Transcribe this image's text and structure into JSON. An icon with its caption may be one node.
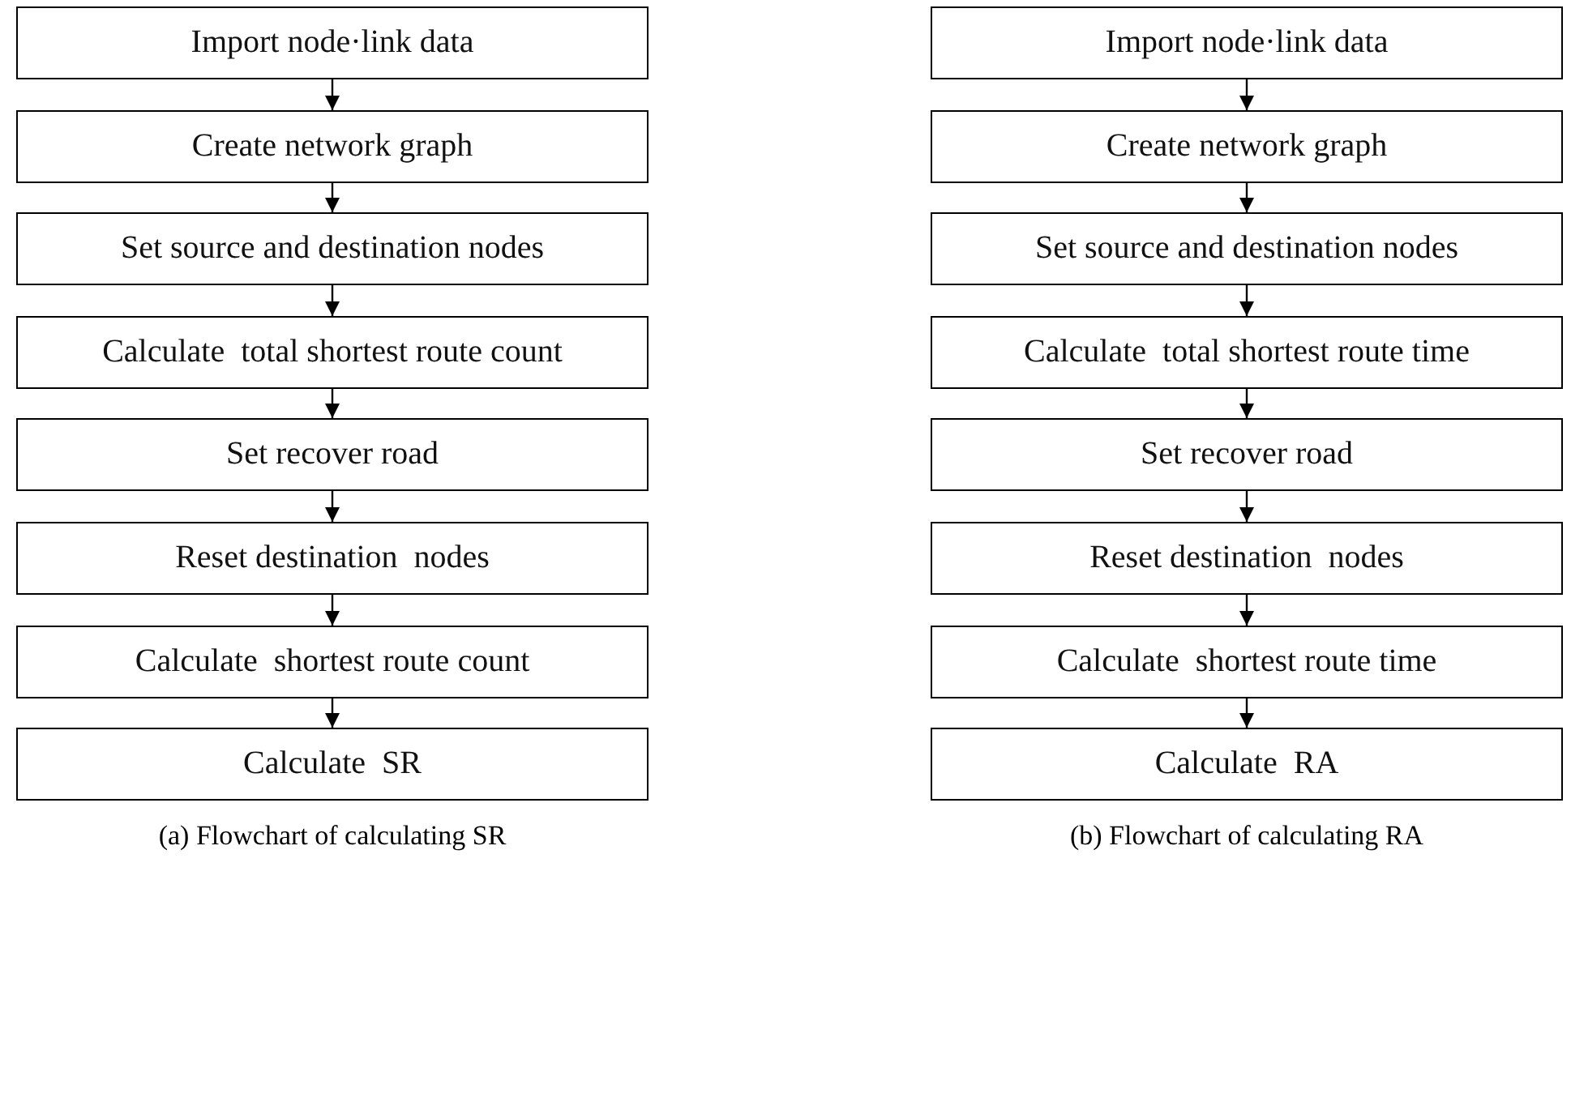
{
  "diagram": {
    "nodes": [
      {
        "text": [
          "Import node·link data"
        ]
      },
      {
        "text": [
          "Create network graph"
        ]
      },
      {
        "text": [
          "Set source and destination nodes"
        ]
      },
      {
        "text": [
          "Calculate  total shortest route count"
        ]
      },
      {
        "text": [
          "Set recover road"
        ]
      },
      {
        "text": [
          "Reset destination  nodes"
        ]
      },
      {
        "text": [
          "Calculate  shortest route count"
        ]
      },
      {
        "text": [
          "Calculate  SR"
        ]
      },
      {
        "text": [
          "Import node·link data"
        ]
      },
      {
        "text": [
          "Create network graph"
        ]
      },
      {
        "text": [
          "Set source and destination nodes"
        ]
      },
      {
        "text": [
          "Calculate  total shortest route time"
        ]
      },
      {
        "text": [
          "Set recover road"
        ]
      },
      {
        "text": [
          "Reset destination  nodes"
        ]
      },
      {
        "text": [
          "Calculate  shortest route time"
        ]
      },
      {
        "text": [
          "Calculate  RA"
        ]
      }
    ],
    "edges": [
      {
        "from": 0,
        "to": 1,
        "arrow": "to"
      },
      {
        "from": 1,
        "to": 2,
        "arrow": "to"
      },
      {
        "from": 2,
        "to": 3,
        "arrow": "to"
      },
      {
        "from": 3,
        "to": 4,
        "arrow": "to"
      },
      {
        "from": 4,
        "to": 5,
        "arrow": "to"
      },
      {
        "from": 5,
        "to": 6,
        "arrow": "to"
      },
      {
        "from": 6,
        "to": 7,
        "arrow": "to"
      },
      {
        "from": 8,
        "to": 9,
        "arrow": "to"
      },
      {
        "from": 9,
        "to": 10,
        "arrow": "to"
      },
      {
        "from": 10,
        "to": 11,
        "arrow": "to"
      },
      {
        "from": 11,
        "to": 12,
        "arrow": "to"
      },
      {
        "from": 12,
        "to": 13,
        "arrow": "to"
      },
      {
        "from": 13,
        "to": 14,
        "arrow": "to"
      },
      {
        "from": 14,
        "to": 15,
        "arrow": "to"
      }
    ],
    "labels": [
      "(a) Flowchart of calculating SR",
      "(b) Flowchart of calculating RA"
    ]
  }
}
